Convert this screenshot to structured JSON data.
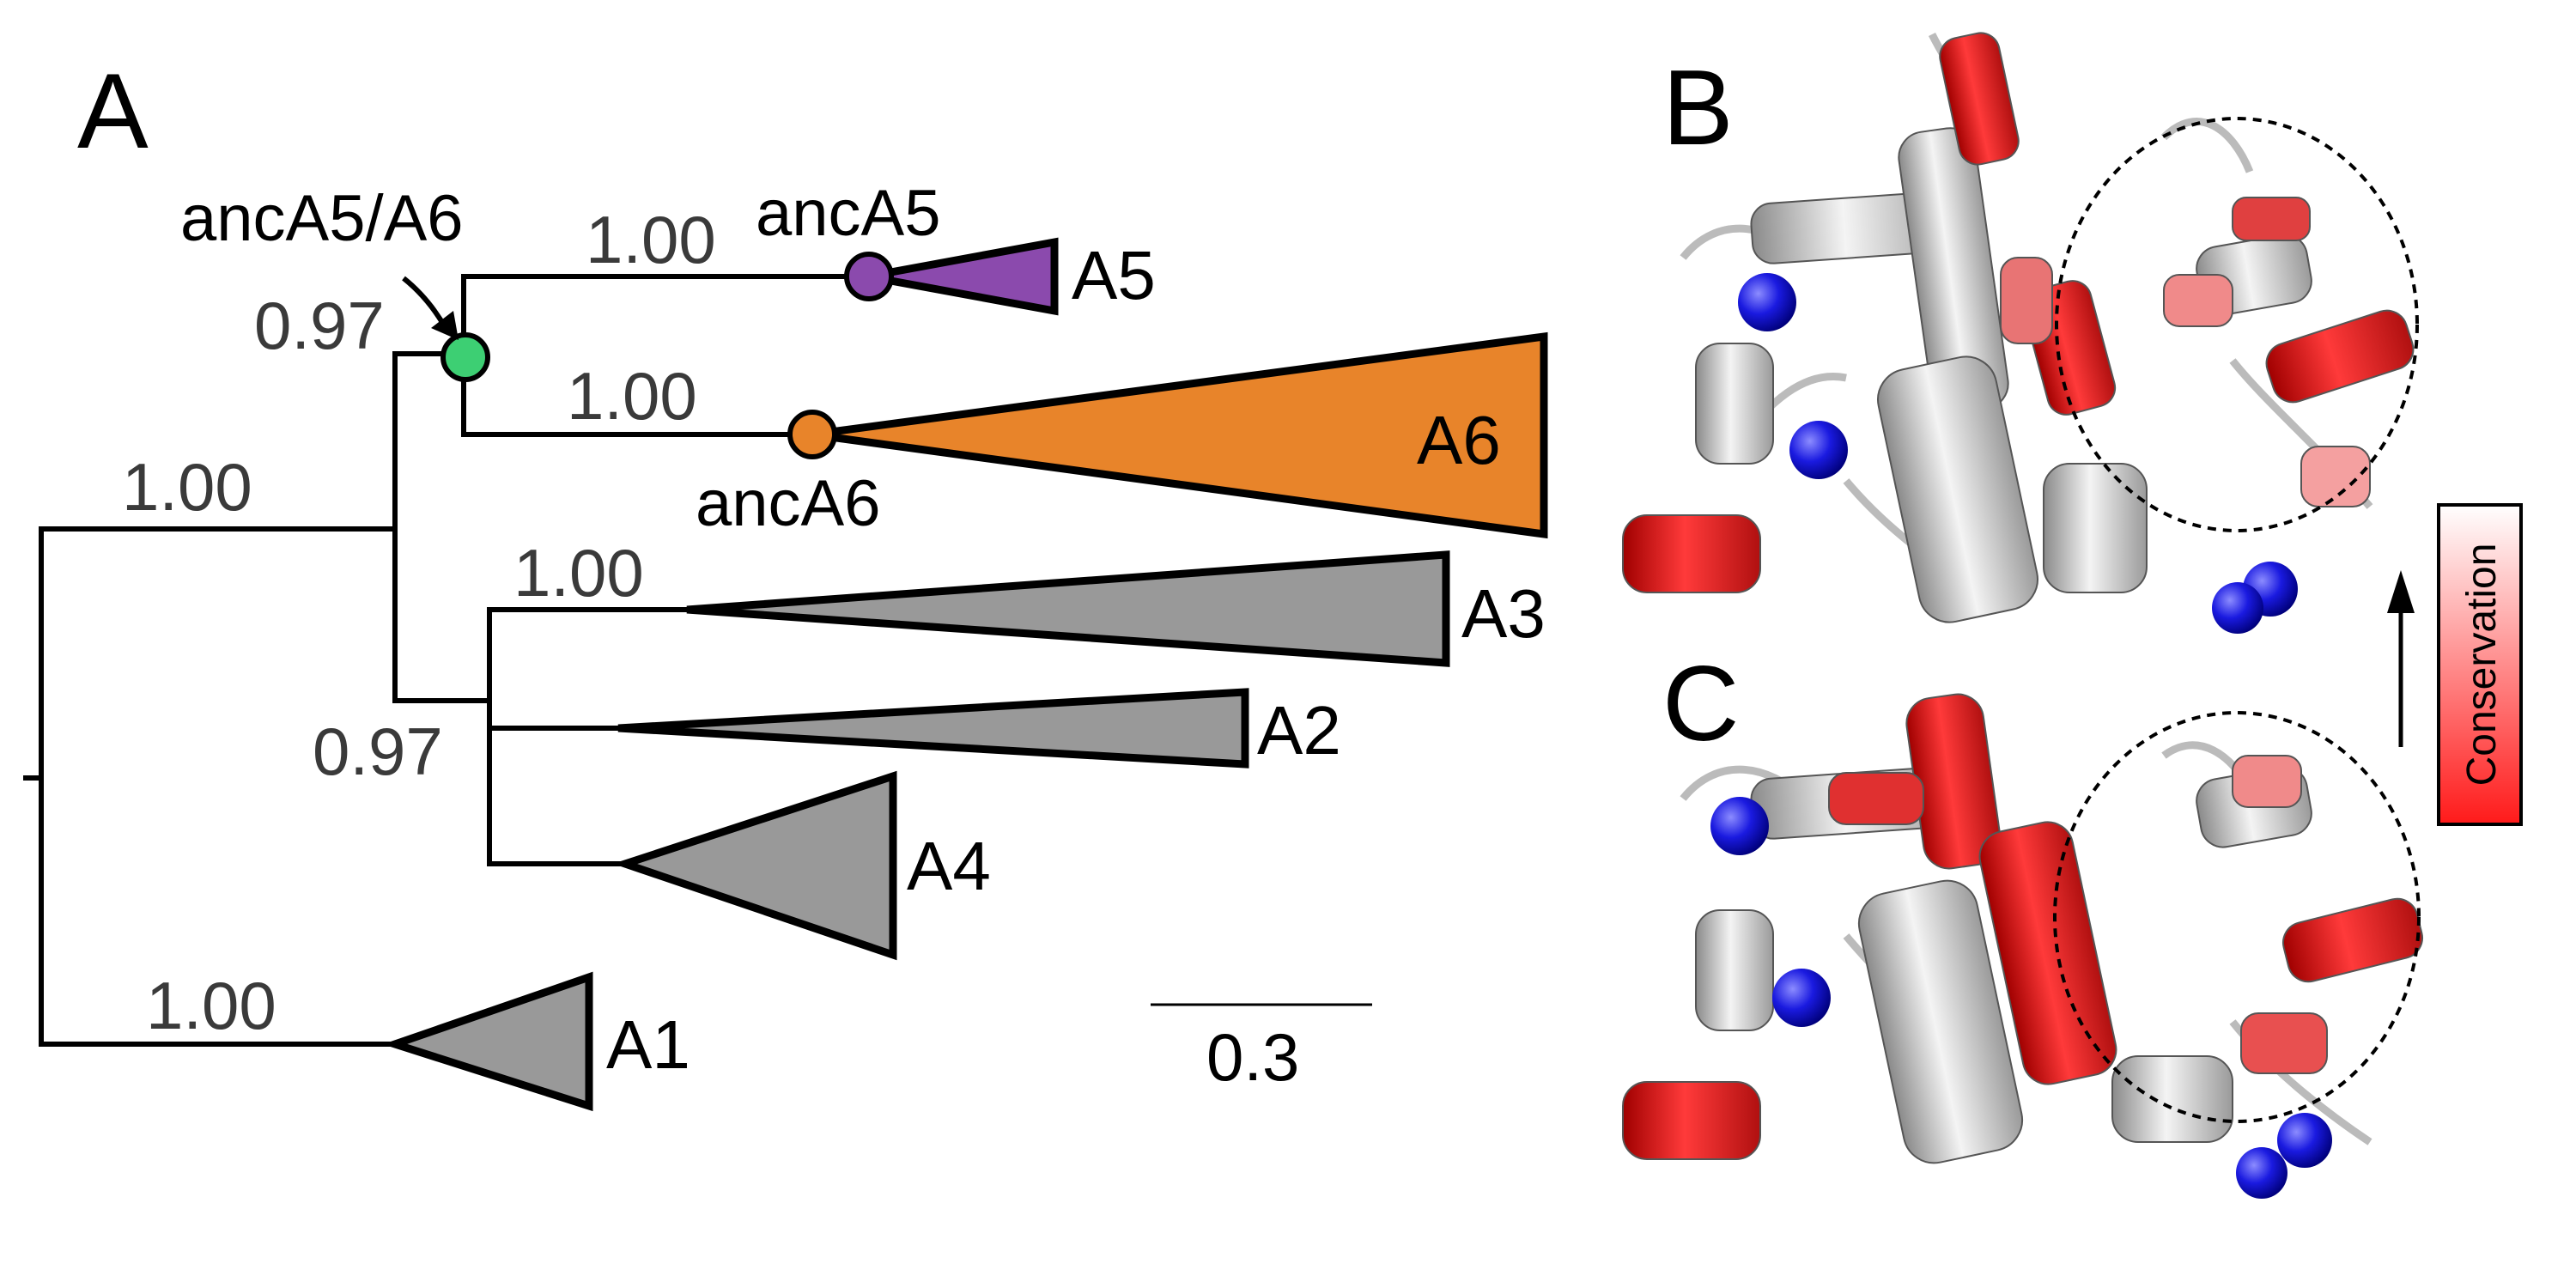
{
  "panels": {
    "a": "A",
    "b": "B",
    "c": "C"
  },
  "tree": {
    "support": {
      "root_upper": "1.00",
      "a5_a6": "0.97",
      "a5": "1.00",
      "a6": "1.00",
      "a3": "1.00",
      "a2_a3_a4": "0.97",
      "a1": "1.00"
    },
    "nodes": {
      "anc_a5_a6": "ancA5/A6",
      "anc_a5": "ancA5",
      "anc_a6": "ancA6"
    },
    "clades": {
      "a1": "A1",
      "a2": "A2",
      "a3": "A3",
      "a4": "A4",
      "a5": "A5",
      "a6": "A6"
    },
    "scale_bar": "0.3"
  },
  "legend": {
    "label": "Conservation"
  },
  "colors": {
    "node_a5_a6": "#3dcf73",
    "clade_a5": "#8b4aad",
    "clade_a6": "#e8842a",
    "collapsed_clades": "#999999",
    "conservation_high": "#ff1a1a",
    "conservation_low": "#ffffff",
    "ion_spheres": "#0a0ad8"
  }
}
